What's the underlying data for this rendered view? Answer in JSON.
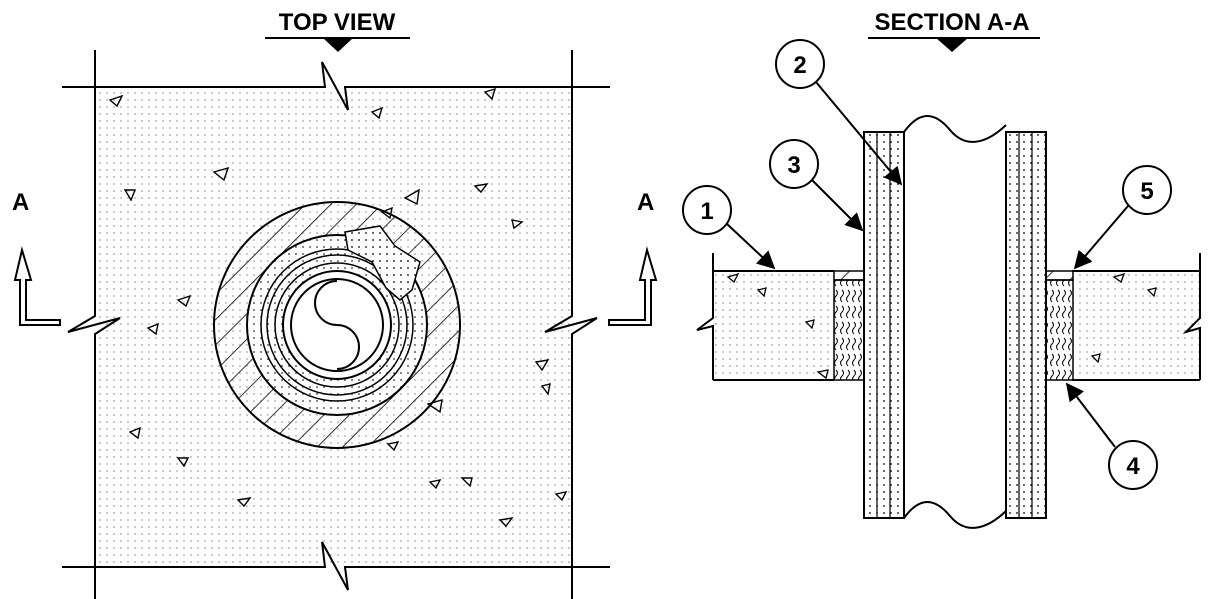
{
  "top_view": {
    "title": "TOP VIEW",
    "section_marker_left": "A",
    "section_marker_right": "A"
  },
  "section_view": {
    "title": "SECTION A-A",
    "callouts": [
      "1",
      "2",
      "3",
      "4",
      "5"
    ]
  }
}
